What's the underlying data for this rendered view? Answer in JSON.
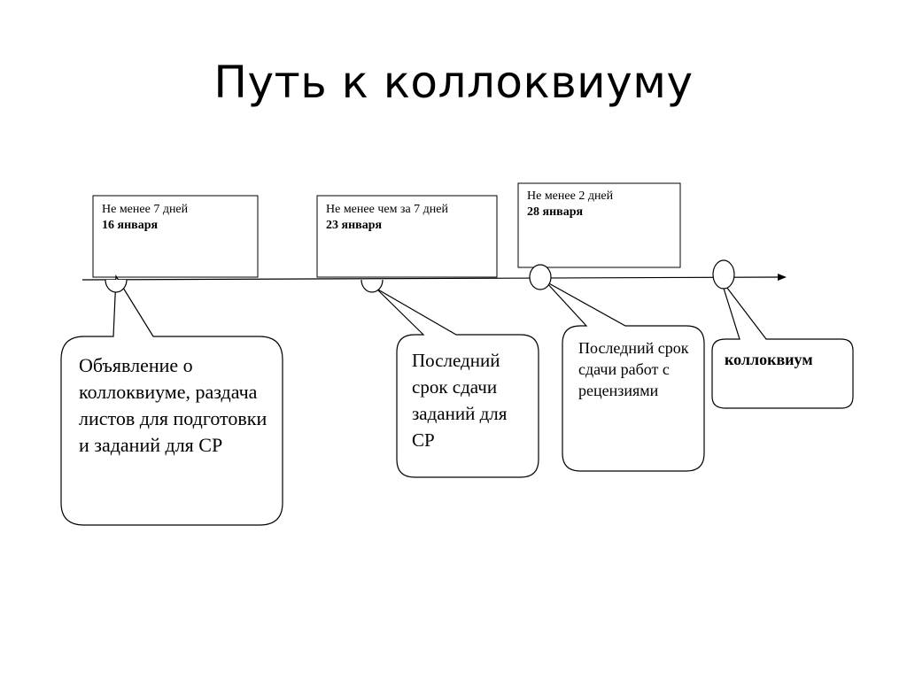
{
  "title": "Путь к коллоквиуму",
  "milestones": [
    {
      "note": "Не менее 7 дней",
      "date": "16 января"
    },
    {
      "note": "Не менее чем за 7 дней",
      "date": "23 января"
    },
    {
      "note": "Не менее 2 дней",
      "date": "28 января"
    }
  ],
  "callouts": [
    {
      "text": "Объявление о коллоквиуме, раздача листов для подготовки и заданий для СР"
    },
    {
      "text": "Последний срок сдачи заданий для СР"
    },
    {
      "text": "Последний срок сдачи работ с рецензиями"
    },
    {
      "text": "коллоквиум"
    }
  ]
}
